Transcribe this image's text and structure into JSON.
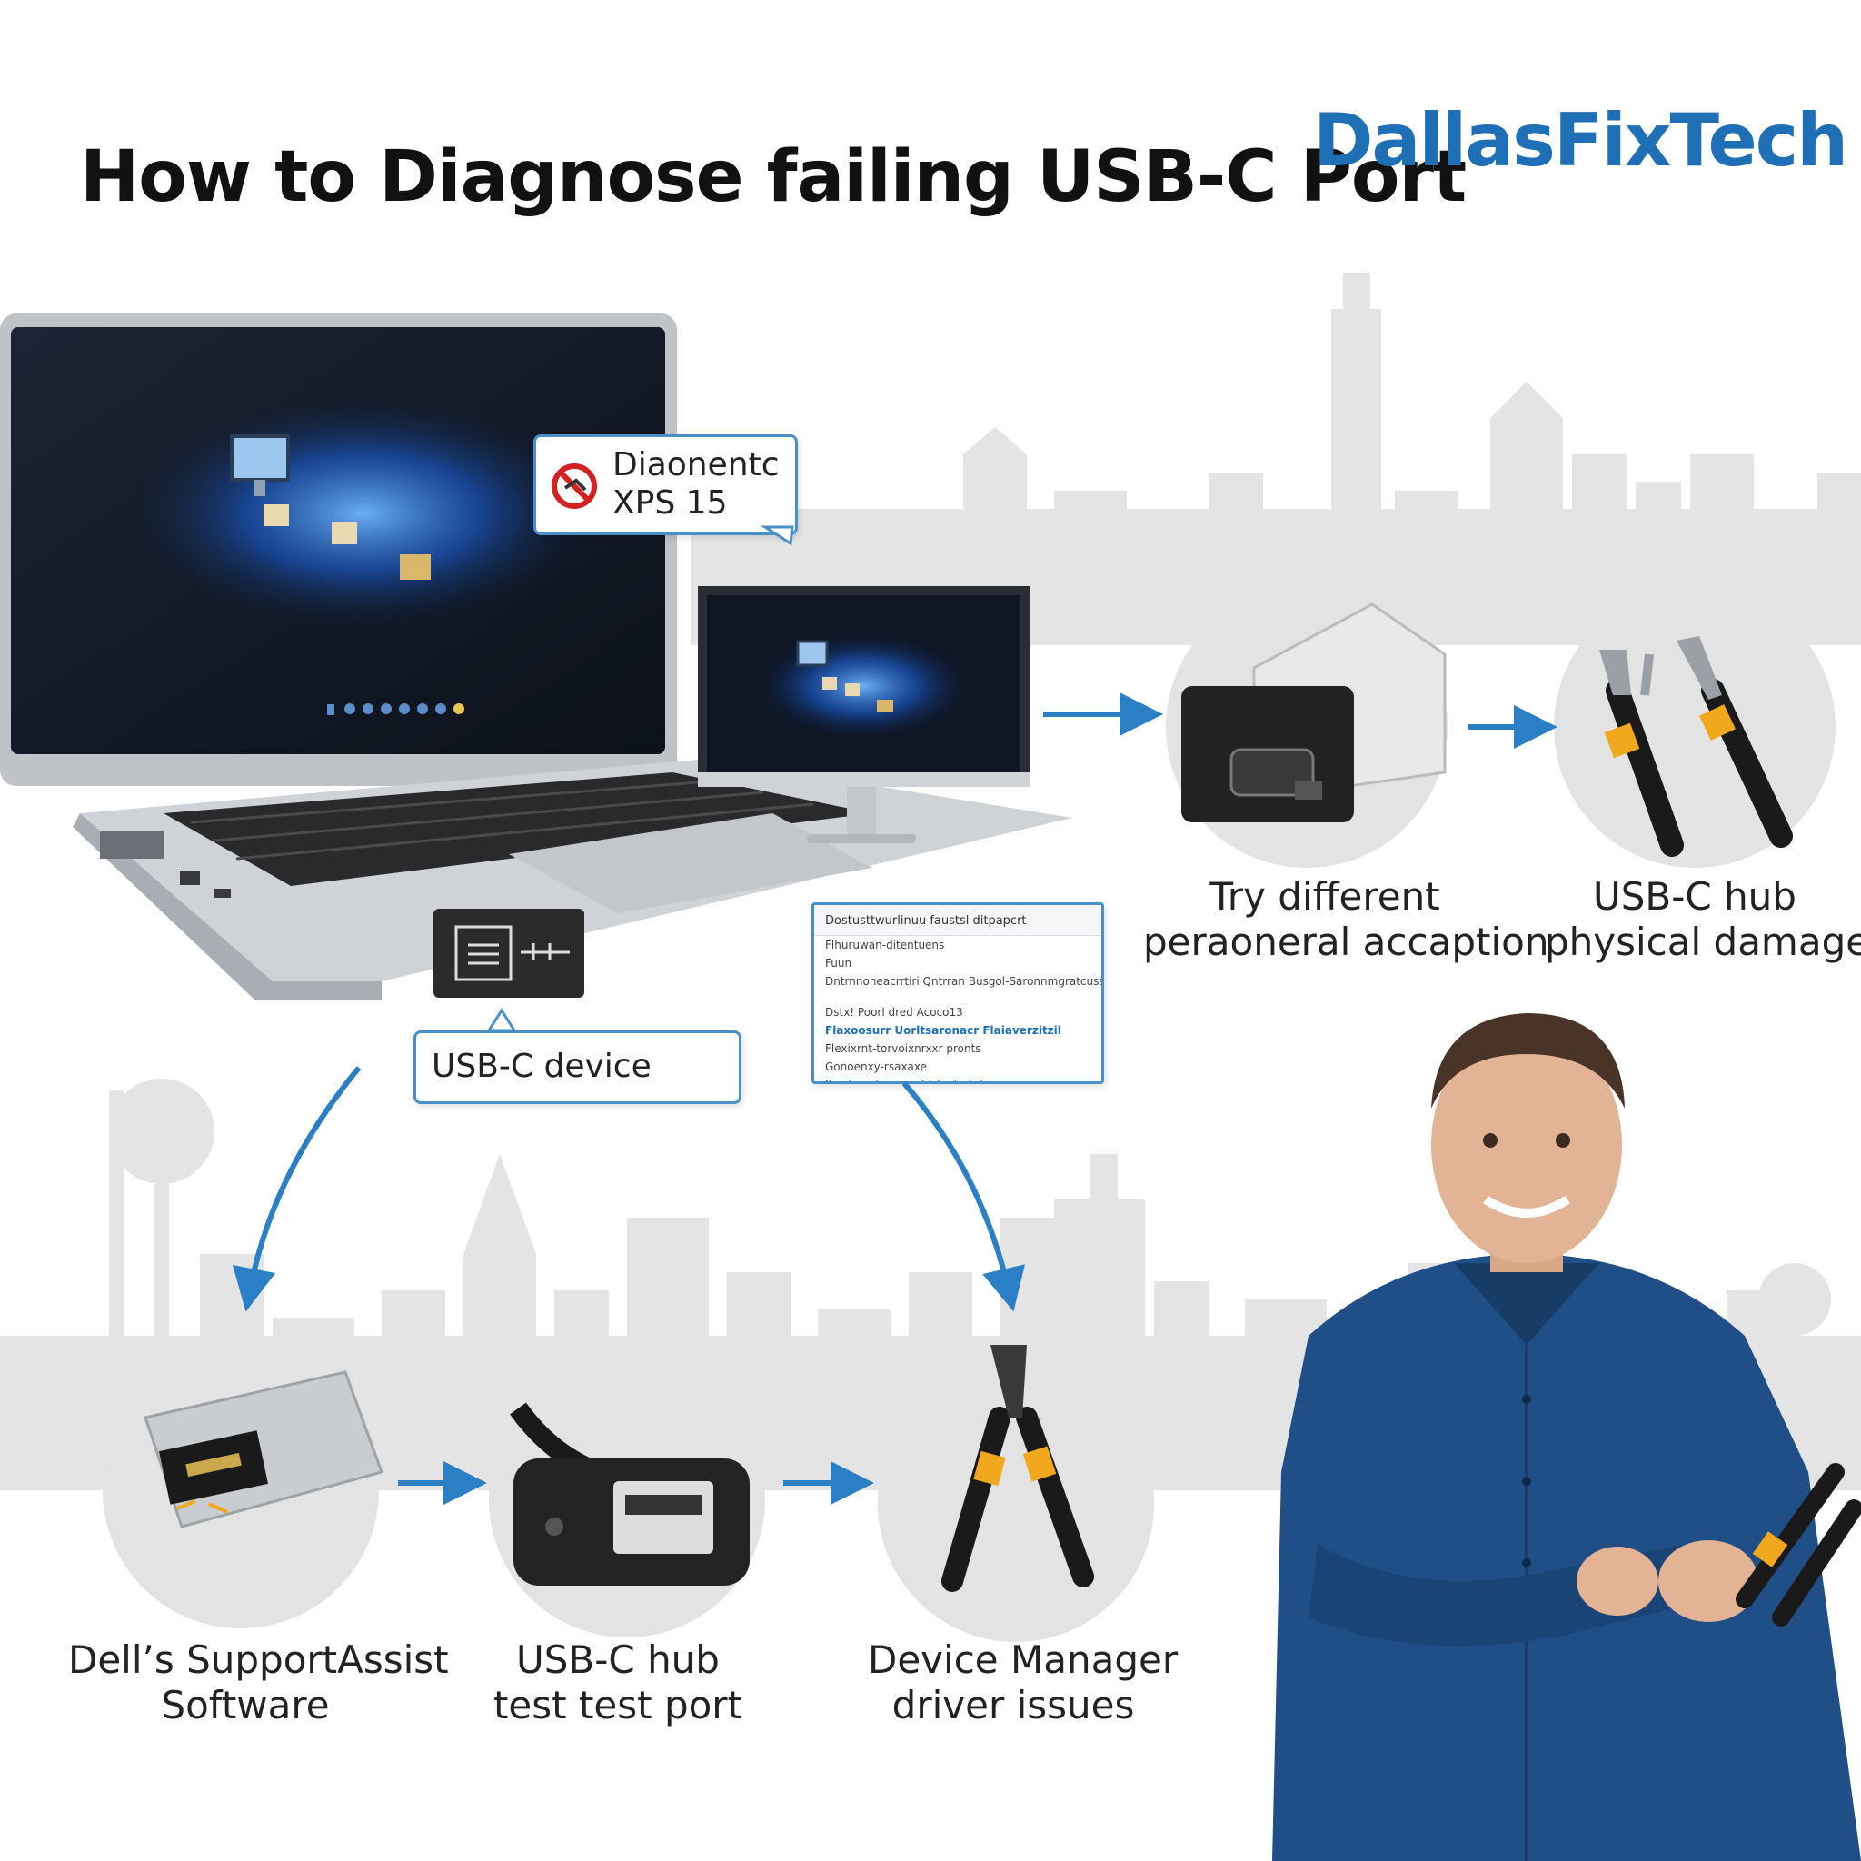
{
  "header": {
    "title": "How to Diagnose failing USB-C Port",
    "brand": "DallasFixTech"
  },
  "callouts": {
    "laptop_model": {
      "line1": "Diaonentc",
      "line2": "XPS 15"
    },
    "usb_device": "USB-C device"
  },
  "diagnostic_panel": {
    "header": "Dostusttwurlinuu faustsl ditpapcrt",
    "rows": [
      "Flhuruwan-ditentuens",
      "Fuun",
      "Dntrnnoneacrrtiri Qntrran Busgol-Saronnmgratcuss",
      "Dstx! Poorl dred Acoco13",
      "Flaxoosurr Uorltsaronacr Flaiaverzitzil",
      "Flexixrnt-torvoixnrxxr pronts",
      "Gonoenxy-rsaxaxe",
      "Ilvrsinnyrt opvernirt txxtedrd"
    ]
  },
  "steps": {
    "top_row": [
      {
        "line1": "Try different",
        "line2": "peraoneral accaption"
      },
      {
        "line1": "USB-C hub",
        "line2": "physical damage"
      }
    ],
    "bottom_row": [
      {
        "line1": "Dell’s SupportAssist",
        "line2": "Software"
      },
      {
        "line1": "USB-C hub",
        "line2": "test test port"
      },
      {
        "line1": "Device Manager",
        "line2": "driver issues"
      }
    ]
  },
  "colors": {
    "accent_blue": "#2b7fc4",
    "brand_blue": "#1f6fb6",
    "tool_yellow": "#f2a81d",
    "skyline_gray": "#dedede",
    "circle_gray": "#e3e3e3",
    "shirt_blue": "#1f4f86"
  },
  "icons": {
    "no_sign": "prohibited-icon",
    "arrow": "arrow-right-icon",
    "usb_symbol": "usb-symbol-icon"
  }
}
